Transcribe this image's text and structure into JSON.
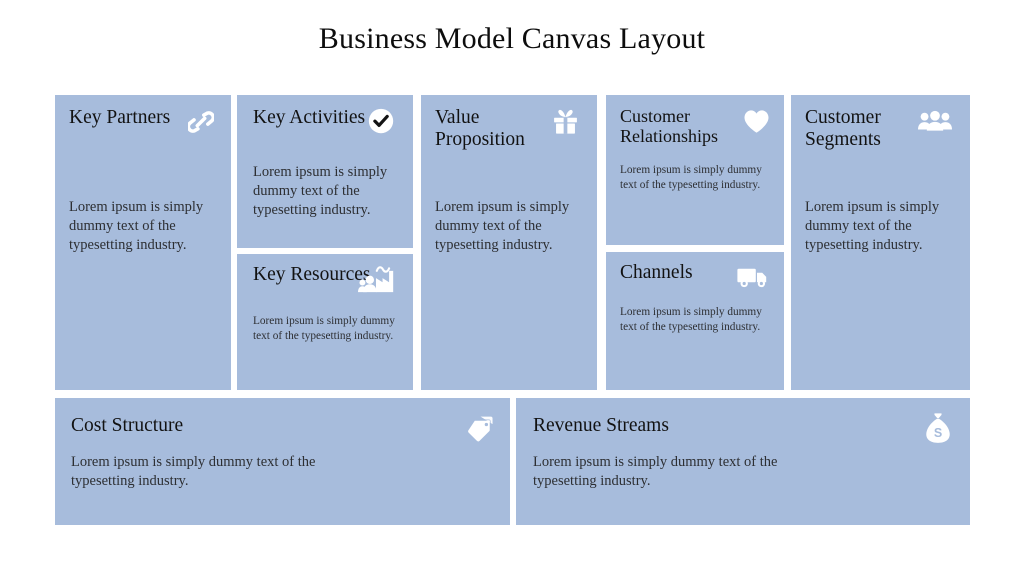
{
  "page": {
    "title": "Business Model Canvas Layout",
    "background_color": "#ffffff",
    "panel_color": "#a7bcdc",
    "title_color": "#0d0d0d",
    "body_text_color": "#2d2f33",
    "icon_color": "#ffffff"
  },
  "panels": [
    {
      "id": "key-partners",
      "title": "Key Partners",
      "body": "Lorem ipsum is simply dummy text of the typesetting industry.",
      "icon": "link-icon"
    },
    {
      "id": "key-activities",
      "title": "Key Activities",
      "body": "Lorem ipsum is simply dummy text of the typesetting industry.",
      "icon": "check-circle-icon"
    },
    {
      "id": "key-resources",
      "title": "Key Resources",
      "body": "Lorem ipsum is simply dummy text of the typesetting industry.",
      "icon": "factory-icon"
    },
    {
      "id": "value-proposition",
      "title": "Value Proposition",
      "body": "Lorem ipsum is simply dummy text of the typesetting industry.",
      "icon": "gift-icon"
    },
    {
      "id": "customer-relationships",
      "title": "Customer Relationships",
      "body": "Lorem ipsum is simply dummy text of the typesetting industry.",
      "icon": "heart-icon"
    },
    {
      "id": "channels",
      "title": "Channels",
      "body": "Lorem ipsum is simply dummy text of the typesetting industry.",
      "icon": "truck-icon"
    },
    {
      "id": "customer-segments",
      "title": "Customer Segments",
      "body": "Lorem ipsum is simply dummy text of the typesetting industry.",
      "icon": "users-icon"
    },
    {
      "id": "cost-structure",
      "title": "Cost Structure",
      "body": "Lorem ipsum is simply dummy text of the typesetting industry.",
      "icon": "price-tag-icon"
    },
    {
      "id": "revenue-streams",
      "title": "Revenue Streams",
      "body": "Lorem ipsum is simply dummy text of the typesetting industry.",
      "icon": "money-bag-icon"
    }
  ]
}
